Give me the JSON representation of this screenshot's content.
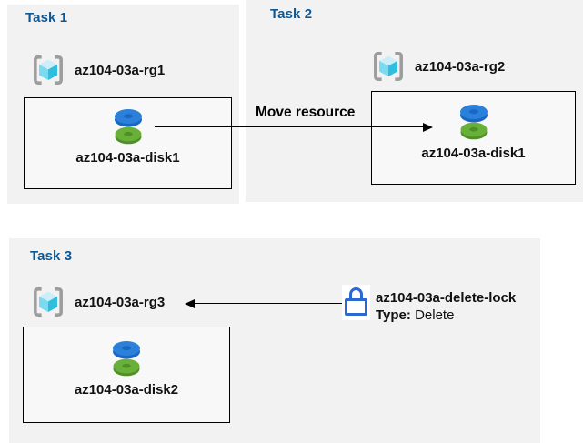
{
  "diagram": {
    "tasks": [
      {
        "title": "Task 1",
        "resource_group": "az104-03a-rg1",
        "resource": "az104-03a-disk1"
      },
      {
        "title": "Task 2",
        "resource_group": "az104-03a-rg2",
        "resource": "az104-03a-disk1"
      },
      {
        "title": "Task 3",
        "resource_group": "az104-03a-rg3",
        "resource": "az104-03a-disk2"
      }
    ],
    "move_arrow_label": "Move resource",
    "lock": {
      "name": "az104-03a-delete-lock",
      "type_label": "Type:",
      "type_value": "Delete"
    },
    "icons": {
      "resource_group": "resource-group-icon (cube in gray brackets)",
      "disk": "disk-icon (blue and green stacked disks)",
      "lock": "lock-icon (blue outline padlock)"
    },
    "colors": {
      "panel_background": "#f2f2f2",
      "title_blue": "#0c5896",
      "box_border": "#000000",
      "lock_blue": "#2a69d4",
      "cube_top": "#cdeef8",
      "cube_left": "#7bd9f0",
      "cube_right": "#2ebede",
      "bracket_gray": "#9d9d9d",
      "disk_blue": "#2b80da",
      "disk_blue_dark": "#1966c4",
      "disk_green": "#69b039",
      "disk_green_dark": "#4e8f27"
    }
  }
}
